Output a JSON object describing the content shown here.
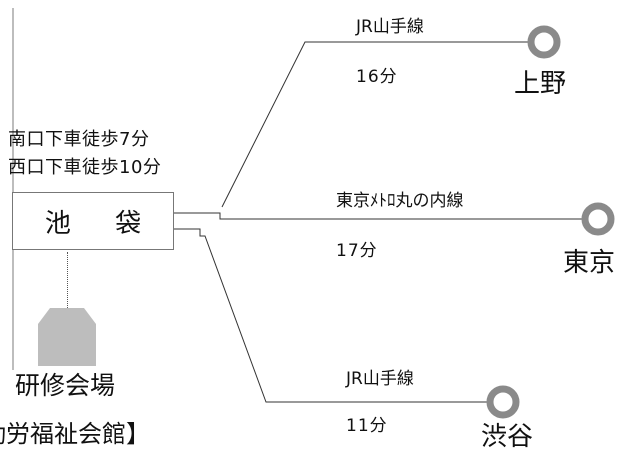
{
  "origin": {
    "station": "池 袋",
    "walk_south": "南口下車徒歩7分",
    "walk_west": "西口下車徒歩10分"
  },
  "venue": {
    "name": "研修会場",
    "full_name": "勤労福祉会館】"
  },
  "routes": [
    {
      "line": "JR山手線",
      "time": "16分",
      "station": "上野"
    },
    {
      "line": "東京ﾒﾄﾛ丸の内線",
      "time": "17分",
      "station": "東京"
    },
    {
      "line": "JR山手線",
      "time": "11分",
      "station": "渋谷"
    }
  ],
  "colors": {
    "station_ring": "#8a8a8a",
    "venue_icon": "#bdbdbd",
    "rule": "#bdbdbd"
  }
}
